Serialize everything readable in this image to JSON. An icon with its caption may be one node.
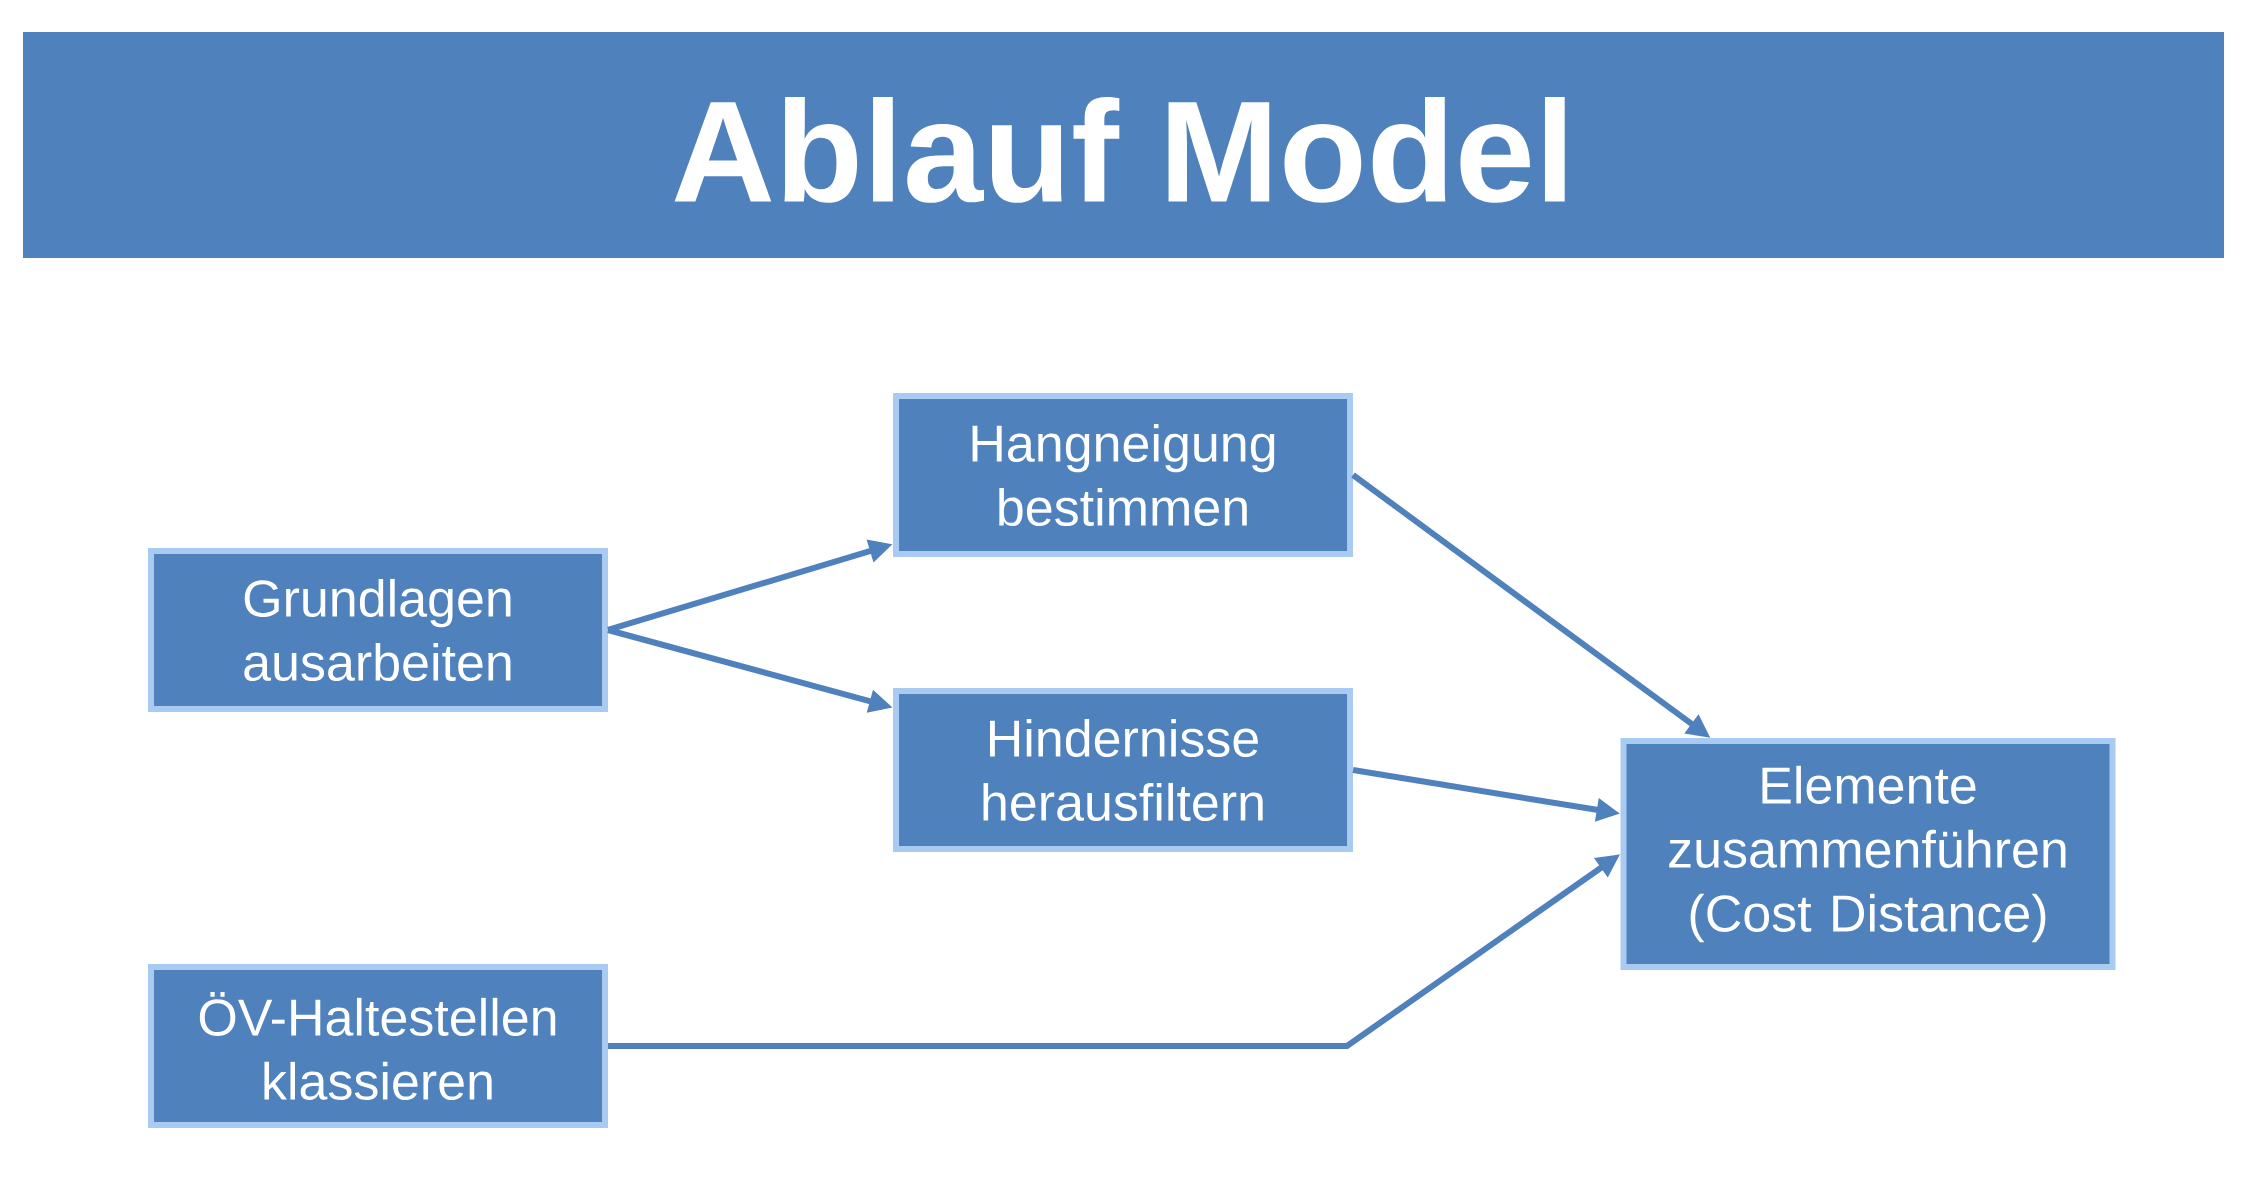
{
  "diagram": {
    "title": "Ablauf Model",
    "nodes": [
      {
        "text": [
          "Grundlagen ausarbeiten"
        ]
      },
      {
        "text": [
          "Hangneigung bestimmen"
        ]
      },
      {
        "text": [
          "Hindernisse herausfiltern"
        ]
      },
      {
        "text": [
          "ÖV-Haltestellen klassieren"
        ]
      },
      {
        "text": [
          "Elemente zusammenführen (Cost Distance)"
        ]
      }
    ],
    "edges": [
      {
        "from": 0,
        "to": 1,
        "arrow": "to"
      },
      {
        "from": 0,
        "to": 2,
        "arrow": "to"
      },
      {
        "from": 1,
        "to": 4,
        "arrow": "to"
      },
      {
        "from": 2,
        "to": 4,
        "arrow": "to"
      },
      {
        "from": 3,
        "to": 4,
        "arrow": "to"
      }
    ]
  }
}
